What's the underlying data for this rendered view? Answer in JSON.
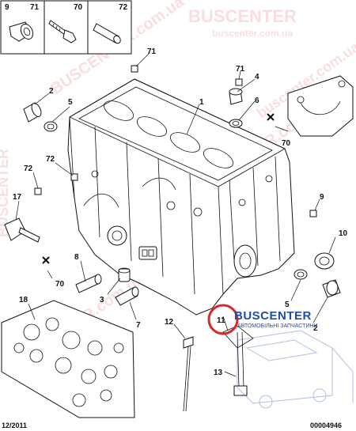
{
  "legend": [
    {
      "ref": "9",
      "icon": "bushing-icon"
    },
    {
      "ref": "71",
      "icon": "bushing-icon"
    },
    {
      "ref": "70",
      "icon": "bolt-icon"
    },
    {
      "ref": "72",
      "icon": "dowel-pin-icon"
    }
  ],
  "callouts": {
    "c71a": "71",
    "c71b": "71",
    "c1": "1",
    "c2a": "2",
    "c5a": "5",
    "c4": "4",
    "c6": "6",
    "c70a": "70",
    "c72a": "72",
    "c72b": "72",
    "c17": "17",
    "c9": "9",
    "c10": "10",
    "c8": "8",
    "c70b": "70",
    "c3": "3",
    "c7": "7",
    "c18": "18",
    "c12": "12",
    "c11": "11",
    "c5b": "5",
    "c2b": "2",
    "c13": "13"
  },
  "watermark": {
    "text_top": "BUSCENTER",
    "text_site": "buscenter.com.ua",
    "text_vert": "BUSCENTER.com.ua"
  },
  "brand": {
    "name": "BUSCENTER",
    "tagline": "АВТОМОБІЛЬНІ ЗАПЧАСТИНИ"
  },
  "footer": {
    "date": "12/2011",
    "code": "00004946"
  },
  "colors": {
    "watermark": "#e23a3a",
    "brand": "#1e4ea8",
    "ink": "#111111"
  }
}
